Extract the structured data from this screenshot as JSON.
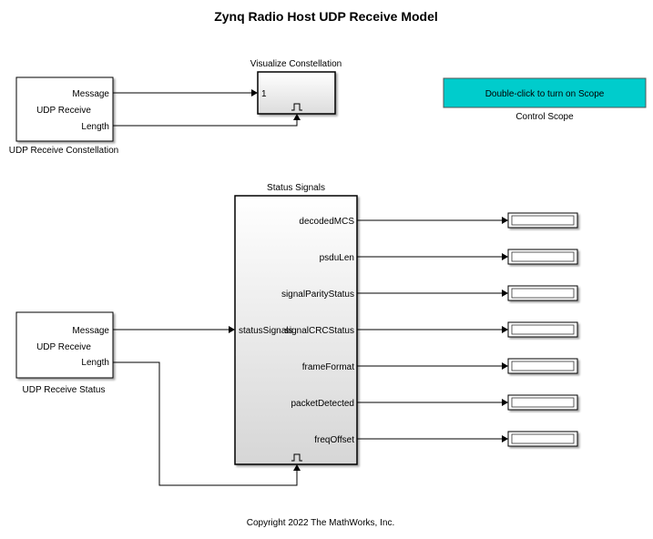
{
  "title": "Zynq Radio Host UDP Receive Model",
  "copyright": "Copyright 2022 The MathWorks, Inc.",
  "udp_constellation": {
    "port_message": "Message",
    "body": "UDP Receive",
    "port_length": "Length",
    "caption": "UDP Receive Constellation"
  },
  "visualize": {
    "caption": "Visualize Constellation",
    "port_in": "1"
  },
  "scope_button": {
    "label": "Double-click to turn on Scope",
    "caption": "Control Scope",
    "color": "#00CCCC"
  },
  "status_signals": {
    "caption": "Status Signals",
    "input_port": "statusSignals",
    "outputs": [
      "decodedMCS",
      "psduLen",
      "signalParityStatus",
      "signalCRCStatus",
      "frameFormat",
      "packetDetected",
      "freqOffset"
    ]
  },
  "udp_status": {
    "port_message": "Message",
    "body": "UDP Receive",
    "port_length": "Length",
    "caption": "UDP Receive Status"
  }
}
